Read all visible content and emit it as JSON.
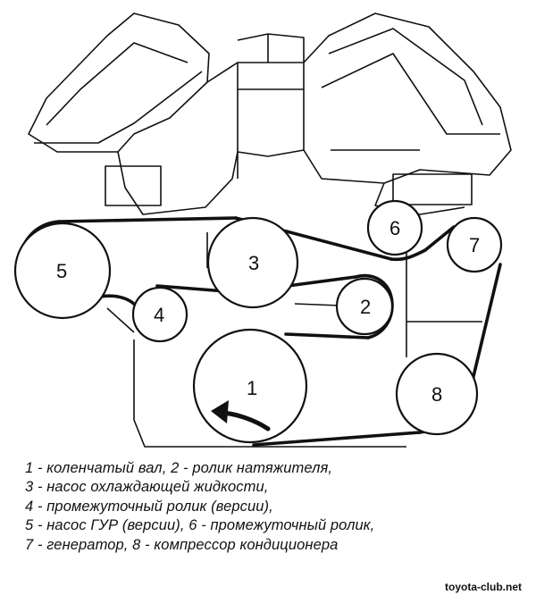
{
  "diagram": {
    "pulleys": [
      {
        "id": "1",
        "label": "1"
      },
      {
        "id": "2",
        "label": "2"
      },
      {
        "id": "3",
        "label": "3"
      },
      {
        "id": "4",
        "label": "4"
      },
      {
        "id": "5",
        "label": "5"
      },
      {
        "id": "6",
        "label": "6"
      },
      {
        "id": "7",
        "label": "7"
      },
      {
        "id": "8",
        "label": "8"
      }
    ],
    "colors": {
      "line": "#111111",
      "background": "#ffffff"
    }
  },
  "legend": {
    "lines": [
      "1 - коленчатый вал, 2 - ролик натяжителя,",
      "3 - насос охлаждающей жидкости,",
      "4 - промежуточный ролик (версии),",
      "5 - насос ГУР (версии),   6 - промежуточный ролик,",
      "7 - генератор, 8 - компрессор кондиционера"
    ]
  },
  "watermark": "toyota-club.net"
}
